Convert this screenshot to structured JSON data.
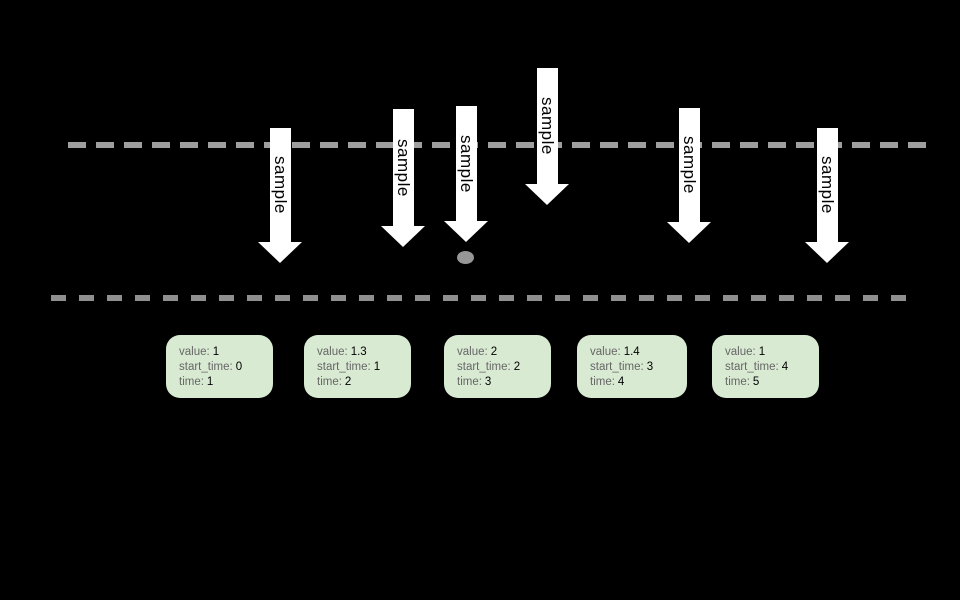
{
  "colors": {
    "background": "#000000",
    "arrow_fill": "#ffffff",
    "arrow_text": "#000000",
    "top_dashed_line": "#9e9e9e",
    "bottom_dashed_line": "#8f8f8f",
    "dot": "#979797",
    "box_fill": "#d9ead3",
    "box_label_text": "#666666",
    "box_value_text": "#000000"
  },
  "arrows": [
    {
      "label": "sample"
    },
    {
      "label": "sample"
    },
    {
      "label": "sample"
    },
    {
      "label": "sample"
    },
    {
      "label": "sample"
    },
    {
      "label": "sample"
    }
  ],
  "labels": {
    "value": "value:",
    "start_time": "start_time:",
    "time": "time:"
  },
  "boxes": [
    {
      "value": "1",
      "start_time": "0",
      "time": "1"
    },
    {
      "value": "1.3",
      "start_time": "1",
      "time": "2"
    },
    {
      "value": "2",
      "start_time": "2",
      "time": "3"
    },
    {
      "value": "1.4",
      "start_time": "3",
      "time": "4"
    },
    {
      "value": "1",
      "start_time": "4",
      "time": "5"
    }
  ]
}
